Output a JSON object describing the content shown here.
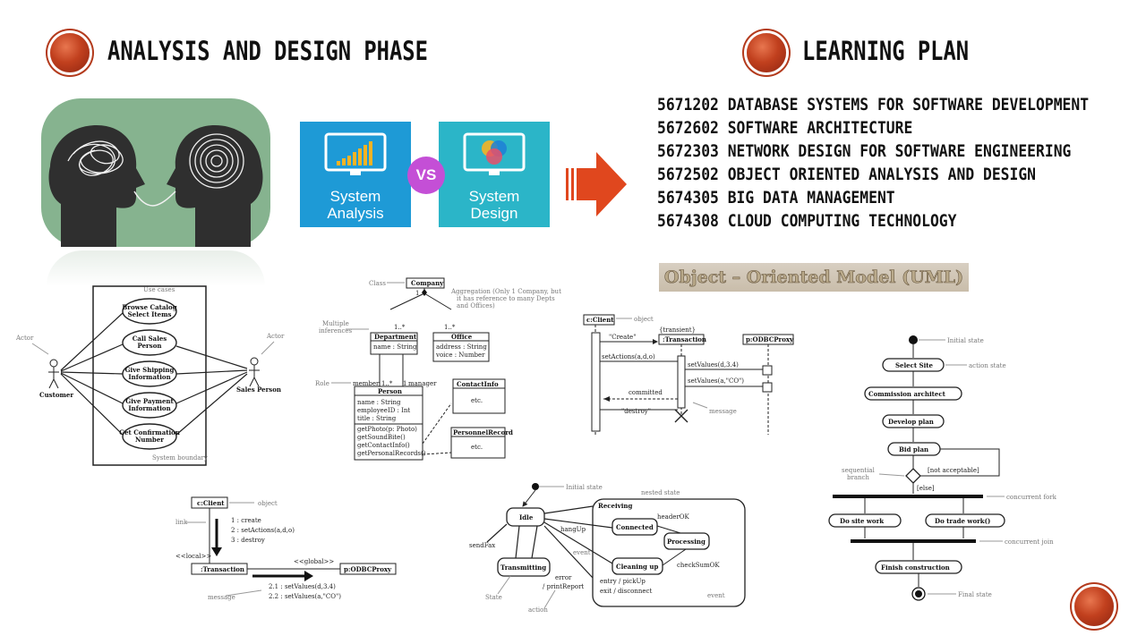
{
  "left_heading": {
    "title": "ANALYSIS AND DESIGN PHASE"
  },
  "right_heading": {
    "title": "LEARNING PLAN"
  },
  "comparison": {
    "analysis_line1": "System",
    "analysis_line2": "Analysis",
    "vs": "VS",
    "design_line1": "System",
    "design_line2": "Design"
  },
  "learning_plan": {
    "courses": [
      "5671202 DATABASE SYSTEMS FOR SOFTWARE DEVELOPMENT",
      "5672602 SOFTWARE ARCHITECTURE",
      "5672303 NETWORK DESIGN FOR SOFTWARE ENGINEERING",
      "5672502 OBJECT ORIENTED ANALYSIS AND DESIGN",
      "5674305 BIG DATA MANAGEMENT",
      "5674308 CLOUD COMPUTING TECHNOLOGY"
    ]
  },
  "uml_banner": {
    "text": "Object – Oriented Model (UML)"
  },
  "usecase": {
    "frame_label": "Use cases",
    "actor_label_left": "Actor",
    "actor_label_right": "Actor",
    "actor_left": "Customer",
    "actor_right": "Sales Person",
    "boundary": "System boundary",
    "cases": [
      [
        "Browse Catalog",
        "Select Items"
      ],
      [
        "Call Sales",
        "Person"
      ],
      [
        "Give Shipping",
        "Information"
      ],
      [
        "Give Payment",
        "Information"
      ],
      [
        "Get Confirmation",
        "Number"
      ]
    ]
  },
  "class_diagram": {
    "class_label": "Class",
    "company": "Company",
    "aggregation_note": [
      "Aggregation (Only 1 Company, but",
      "it has reference to many Depts",
      "and Offices)"
    ],
    "multiple_label": [
      "Multiple",
      "inferences"
    ],
    "mult_1": "1",
    "mult_1n_a": "1..*",
    "mult_1n_b": "1..*",
    "department": "Department",
    "department_attr": "name : String",
    "office": "Office",
    "office_attrs": [
      "address : String",
      "voice : Number"
    ],
    "role_label": "Role",
    "member": "member",
    "member_mult": "1..*",
    "manager_mult": "1",
    "manager": "manager",
    "person": "Person",
    "person_attrs": [
      "name : String",
      "employeeID : Int",
      "title : String"
    ],
    "person_ops": [
      "getPhoto(p: Photo)",
      "getSoundBite()",
      "getContactInfo()",
      "getPersonalRecords()"
    ],
    "contact": "ContactInfo",
    "contact_body": "etc.",
    "personal": "PersonnelRecord",
    "personal_body": "etc."
  },
  "sequence": {
    "client": "c:Client",
    "object_label": "object",
    "transient": "{transient}",
    "create": "\"Create\"",
    "transaction": ":Transaction",
    "proxy": "p:ODBCProxy",
    "set_actions": "setActions(a,d,o)",
    "set_values1": "setValues(d,3.4)",
    "set_values2": "setValues(a,\"CO\")",
    "committed": "committed",
    "destroy": "\"destroy\"",
    "message_label": "message"
  },
  "collaboration": {
    "client": "c:Client",
    "object_label": "object",
    "link_label": "link",
    "messages": [
      "1 : create",
      "2 : setActions(a,d,o)",
      "3 : destroy"
    ],
    "local": "<<local>>",
    "global": "<<global>>",
    "transaction": ":Transaction",
    "proxy": "p:ODBCProxy",
    "sub_messages": [
      "2.1 : setValues(d,3.4)",
      "2.2 : setValues(a,\"CO\")"
    ],
    "message_label": "message"
  },
  "state_machine": {
    "initial_label": "Initial state",
    "nested_label": "nested state",
    "idle": "Idle",
    "receiving": "Receiving",
    "connected": "Connected",
    "header_ok": "headerOK",
    "processing": "Processing",
    "hang_up": "hangUp",
    "event_label": "event",
    "send_fax": "sendFax",
    "transmitting": "Transmitting",
    "error": "error",
    "print_report": "/ printReport",
    "cleaning_up": "Cleaning up",
    "check_sum": "checkSumOK",
    "entry": "entry / pickUp",
    "exit": "exit / disconnect",
    "state_label": "State",
    "action_label": "action",
    "event_label2": "event"
  },
  "activity": {
    "initial_label": "Initial state",
    "action_label": "action state",
    "steps": [
      "Select Site",
      "Commission architect",
      "Develop plan",
      "Bid plan"
    ],
    "not_acceptable": "[not acceptable]",
    "else": "[else]",
    "branch_label": [
      "sequential",
      "branch"
    ],
    "fork_label": "concurrent fork",
    "site_work": "Do site work",
    "trade_work": "Do trade work()",
    "join_label": "concurrent join",
    "finish": "Finish construction",
    "final_label": "Final state"
  },
  "colors": {
    "accent": "#c1401e",
    "analysis_card": "#1e9ad6",
    "design_card": "#2bb5c8",
    "vs": "#c44fd6",
    "arrow": "#e0471e"
  }
}
